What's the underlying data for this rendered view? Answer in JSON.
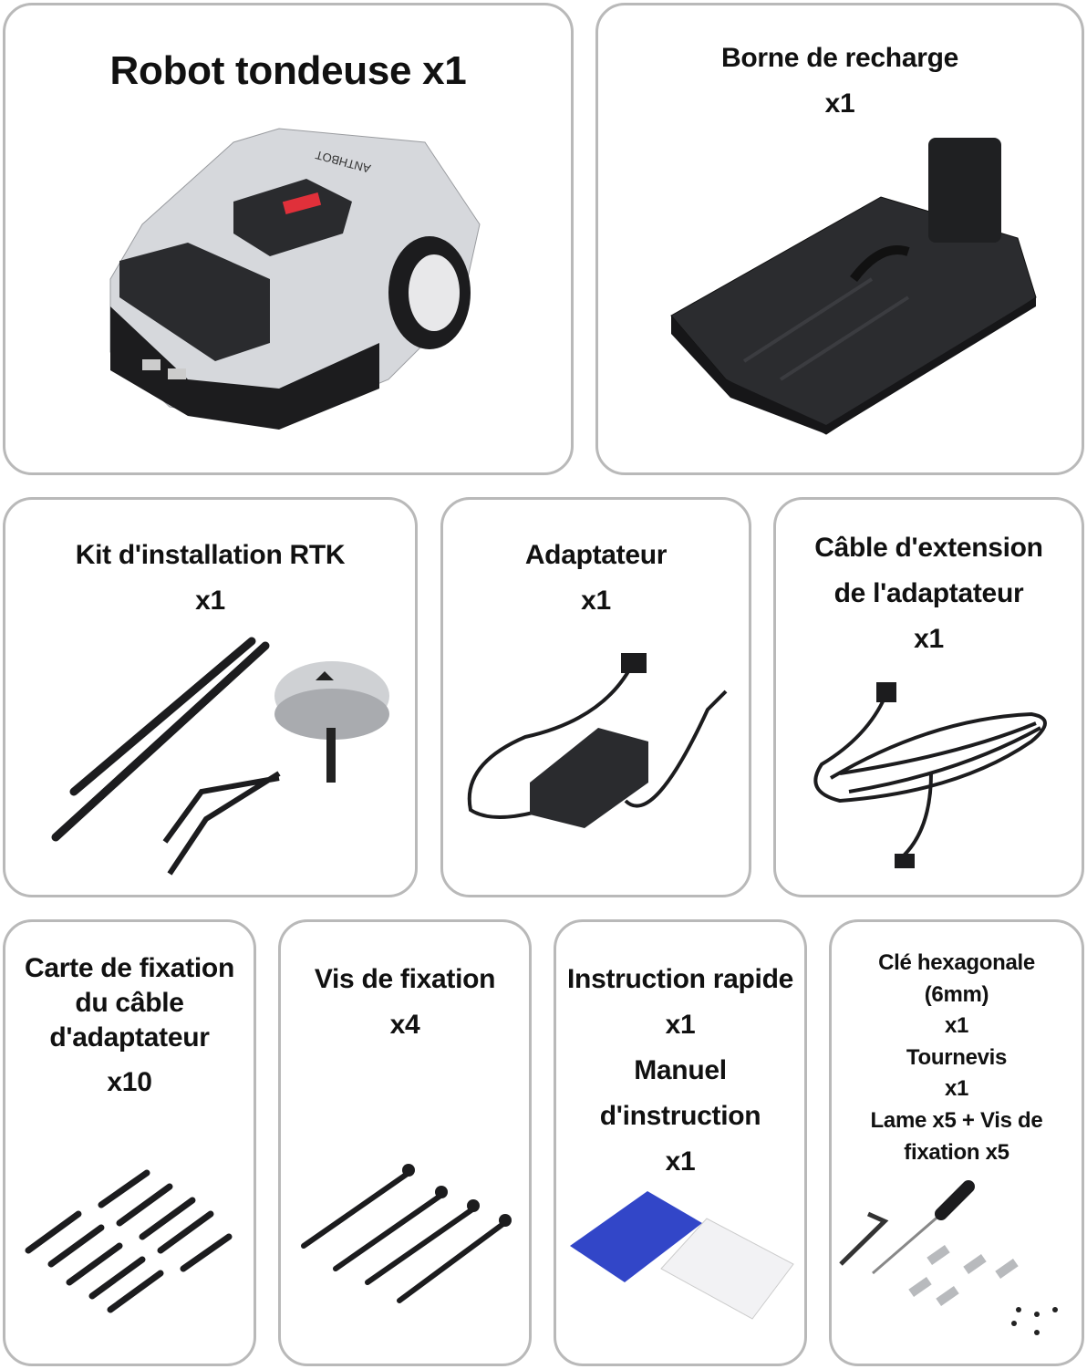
{
  "items": [
    {
      "lines": [
        "Robot tondeuse x1"
      ],
      "image": "robot-mower",
      "brand": "ANTHBOT"
    },
    {
      "lines": [
        "Borne de recharge",
        "x1"
      ],
      "image": "charging-station"
    },
    {
      "lines": [
        "Kit d'installation RTK",
        "x1"
      ],
      "image": "rtk-kit"
    },
    {
      "lines": [
        "Adaptateur",
        "x1"
      ],
      "image": "power-adapter"
    },
    {
      "lines": [
        "Câble d'extension",
        "de l'adaptateur",
        "x1"
      ],
      "image": "extension-cable"
    },
    {
      "lines": [
        "Carte de fixation",
        "du câble",
        "d'adaptateur",
        "x10"
      ],
      "image": "cable-pegs"
    },
    {
      "lines": [
        "Vis de fixation",
        "x4"
      ],
      "image": "ground-screws"
    },
    {
      "lines": [
        "Instruction rapide",
        "x1",
        "Manuel",
        "d'instruction",
        "x1"
      ],
      "image": "manuals"
    },
    {
      "lines": [
        "Clé hexagonale",
        "(6mm)",
        "x1",
        "Tournevis",
        "x1",
        "Lame x5 + Vis de",
        "fixation x5"
      ],
      "image": "tools-and-blades"
    }
  ]
}
